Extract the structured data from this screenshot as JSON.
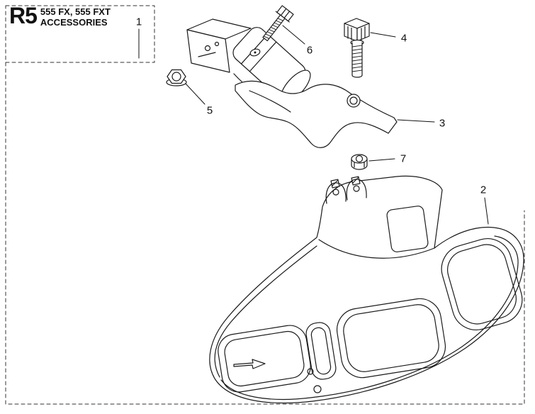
{
  "header": {
    "section_code": "R5",
    "models": "555 FX, 555 FXT",
    "section_title": "ACCESSORIES"
  },
  "callouts": [
    {
      "number": "1"
    },
    {
      "number": "2"
    },
    {
      "number": "3"
    },
    {
      "number": "4"
    },
    {
      "number": "5"
    },
    {
      "number": "6"
    },
    {
      "number": "7"
    }
  ]
}
